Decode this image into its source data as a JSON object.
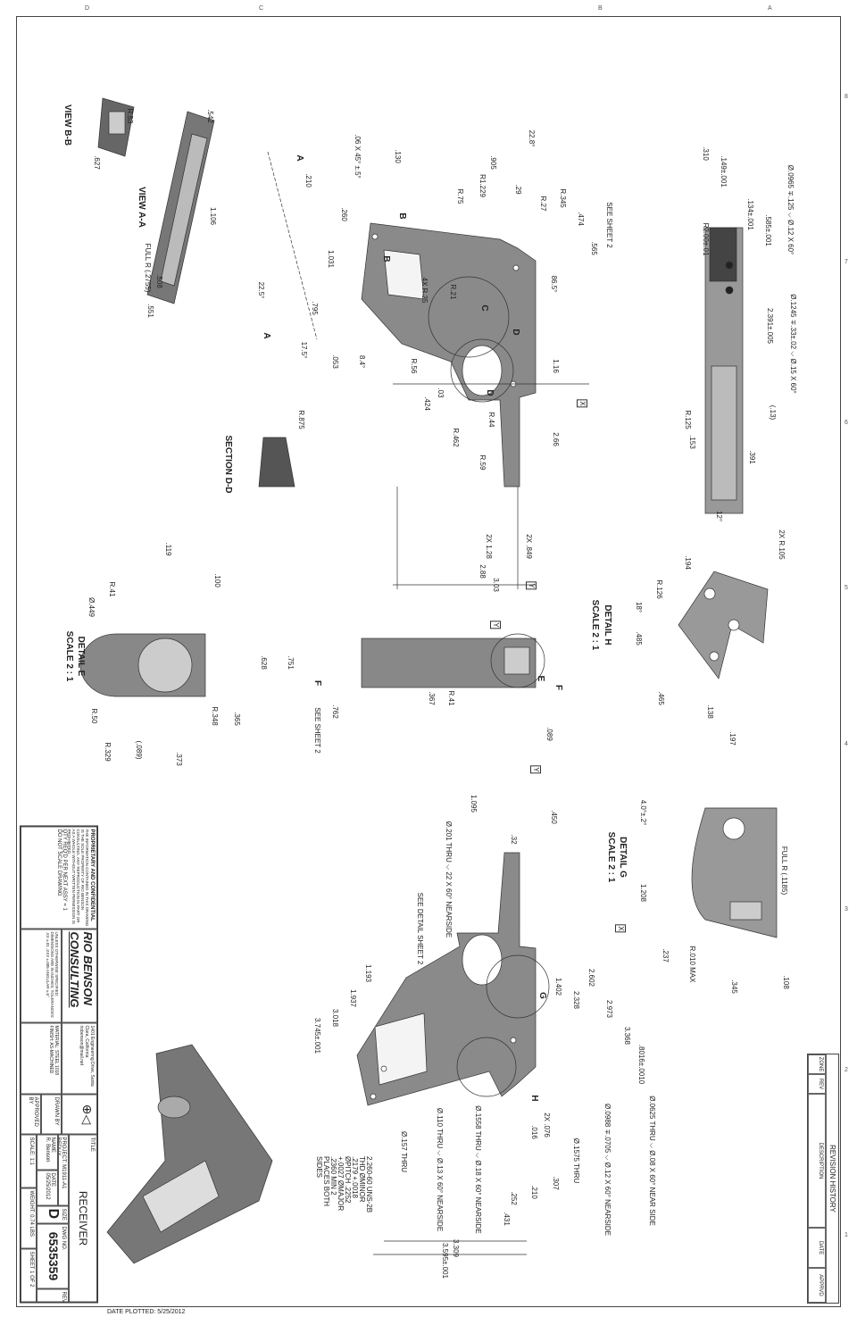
{
  "sheet": {
    "date_plotted": "DATE PLOTTED: 5/25/2012",
    "zones_top": [
      "8",
      "7",
      "6",
      "5",
      "4",
      "3",
      "2",
      "1"
    ],
    "zones_side": [
      "D",
      "C",
      "B",
      "A"
    ]
  },
  "revision": {
    "title": "REVISION HISTORY",
    "zone": "ZONE",
    "rev": "REV",
    "description": "DESCRIPTION",
    "date": "DATE",
    "approved": "APPRVD"
  },
  "title_block": {
    "proprietary": "PROPRIETARY AND CONFIDENTIAL",
    "proprietary_text": "THE INFORMATION CONTAINED IN THIS DRAWING IS THE SOLE PROPERTY OF RIO BENSON CONSULTING. ANY REPRODUCTION IN PART OR AS A WHOLE WITHOUT WRITTEN PERMISSION IS PROHIBITED.",
    "qty": "QTY REQ'D PER NEXT ASSY = 1",
    "no_scale": "DO NOT SCALE DRAWING",
    "company_line1": "RIO BENSON",
    "company_line2": "CONSULTING",
    "tolerances": "UNLESS OTHERWISE SPECIFIED: DIMENSIONS ARE IN INCHES, TOLERANCES: .XX ±.01 .XXX ±.005 ANGULAR ±.5°",
    "address": "1401 Engineering Drive, Santa Clara, California",
    "email": "riobenson@mail.net",
    "material": "MATERIAL: STEEL 1018",
    "finish": "FINISH: AS-MACHINED",
    "title_label": "TITLE",
    "title": "RECEIVER",
    "project": "PROJECT: M1911-A1 REDUX",
    "drawn_by": "DRAWN BY",
    "approved_by": "APPROVED BY",
    "name_label": "NAME",
    "name": "R. Benson",
    "date_label": "DATE",
    "date": "05/25/2012",
    "size_label": "SIZE",
    "size": "D",
    "dwg_label": "DWG NO.",
    "dwg_no": "6535359",
    "rev_label": "REV",
    "scale": "SCALE: 1:1",
    "weight": "WEIGHT: 0.74 LBS",
    "sheet": "SHEET 1 OF 2"
  },
  "views": {
    "view_bb": "VIEW B-B",
    "view_aa": "VIEW A-A",
    "section_dd": "SECTION D-D",
    "detail_h": "DETAIL H",
    "detail_h_scale": "SCALE 2 : 1",
    "detail_e": "DETAIL E",
    "detail_e_scale": "SCALE 2 : 1",
    "detail_g": "DETAIL G",
    "detail_g_scale": "SCALE 2 : 1"
  },
  "dimensions": [
    "R.53",
    ".627",
    ".542",
    "1.106",
    "FULL R (.2755)",
    ".508",
    ".551",
    "R.875",
    "A",
    "A",
    "22.5°",
    ".06 X 45° ±.5°",
    ".210",
    ".260",
    "1.031",
    ".795",
    "17.5°",
    ".053",
    "8.4°",
    ".130",
    "B",
    "B",
    "4X R.25",
    "R.21",
    "R.56",
    ".03",
    ".424",
    "R.462",
    "R.59",
    "R.44",
    "R.75",
    "R1.229",
    ".905",
    ".29",
    "22.8°",
    "R.27",
    "R.345",
    ".474",
    ".565",
    "SEE SHEET 2",
    "86.5°",
    "C",
    "D",
    "D",
    "1.16",
    "2.66",
    "2X .849",
    "2X 1.28",
    "2.88",
    "3.03",
    ".310",
    ".149±.001",
    ".134±.001",
    ".585±.001",
    "Ø.0965 ∓.125  ⌵ Ø.12 X 60°",
    "R2.00±.01",
    "2.391±.005",
    "Ø.1245 ∓.33±.02  ⌵ Ø.15 X 60°",
    "(.13)",
    "R.125",
    ".153",
    ".391",
    "12°",
    "2X R.105",
    ".194",
    "R.126",
    "18°",
    ".485",
    ".465",
    ".138",
    ".197",
    "R.41",
    "Ø.449",
    ".119",
    ".100",
    ".751",
    ".628",
    ".365",
    "R.348",
    ".373",
    "(.089)",
    "R.329",
    "R.50",
    "F",
    ".762",
    "SEE SHEET 2",
    ".367",
    "R.41",
    "E",
    "F",
    ".089",
    ".450",
    ".32",
    "1.095",
    "Ø.201 THRU  ⌵ 22 X 60° NEARSIDE",
    "SEE DETAIL SHEET 2",
    "1.193",
    "1.937",
    "3.018",
    "3.745±.001",
    "1.402",
    "2.328",
    "2.602",
    "2.973",
    "3.368",
    ".8016±.0010",
    "G",
    "H",
    "2.260-60 UNS-2B THD  ØMINOR .2179 +.0018  ØPITCH .2252 +.0027  ØMAJOR .2360 MIN  2 PLACES BOTH SIDES",
    "Ø.157 THRU",
    "Ø.110 THRU  ⌵ Ø.13 X 60° NEARSIDE",
    "Ø.1558 THRU  ⌵ Ø.18 X 60° NEARSIDE",
    "Ø.1575 THRU",
    "Ø.0988 ∓.0705  ⌵ Ø.12 X 60° NEARSIDE",
    "Ø.0625 THRU  ⌵ Ø.08 X 60° NEAR SIDE",
    "2X .076",
    ".016",
    ".307",
    ".210",
    ".252",
    ".431",
    "3.309",
    "3.595±.001",
    "4.0°±.2°",
    "1.208",
    "FULL R (.1185)",
    "R.010 MAX",
    ".237",
    ".345",
    ".108",
    "X",
    "Y",
    "Y",
    "Y",
    "X"
  ]
}
